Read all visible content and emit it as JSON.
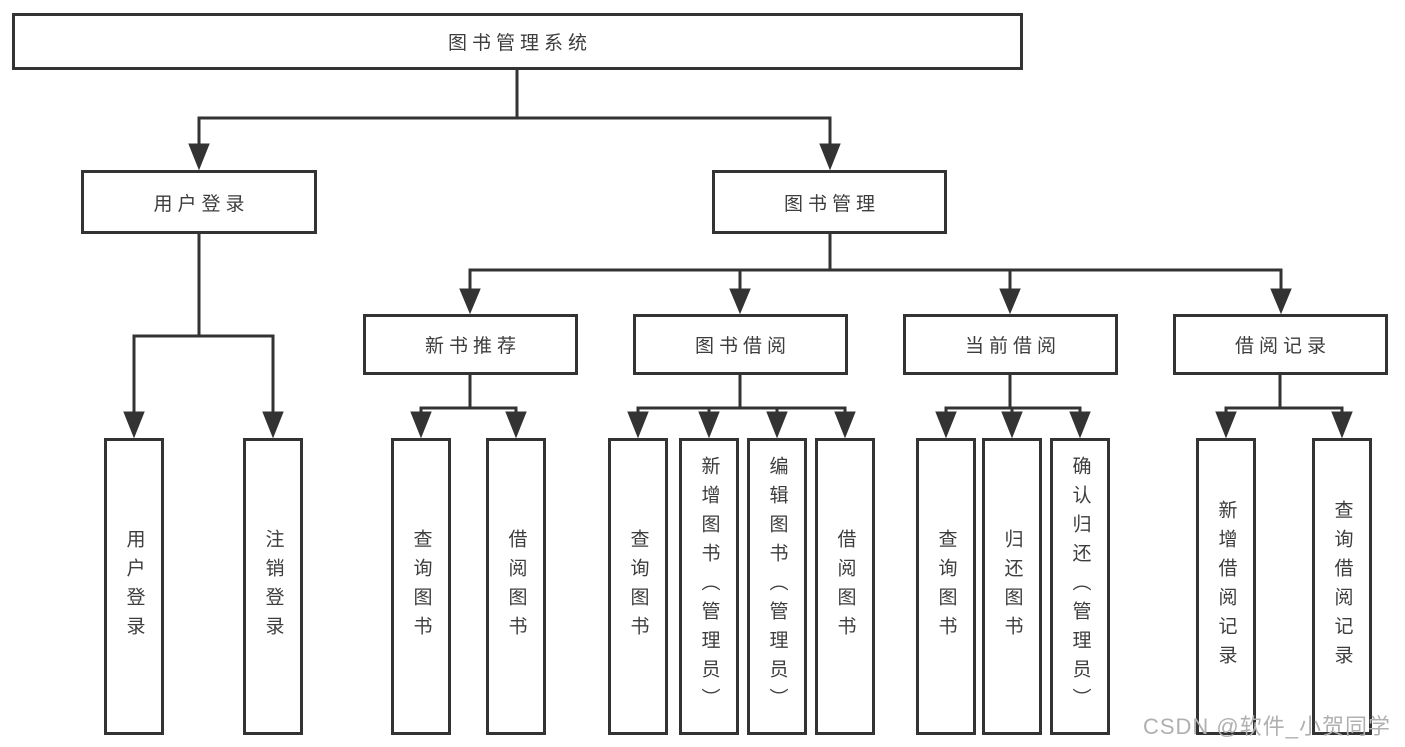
{
  "colors": {
    "line": "#333333",
    "text": "#3d3d3d",
    "box_fill": "#ffffff",
    "watermark": "#b0b0b0",
    "background": "#ffffff"
  },
  "tree": {
    "label": "图书管理系统",
    "children": [
      {
        "label": "用户登录",
        "children": [
          {
            "label": "用户登录"
          },
          {
            "label": "注销登录"
          }
        ]
      },
      {
        "label": "图书管理",
        "children": [
          {
            "label": "新书推荐",
            "children": [
              {
                "label": "查询图书"
              },
              {
                "label": "借阅图书"
              }
            ]
          },
          {
            "label": "图书借阅",
            "children": [
              {
                "label": "查询图书"
              },
              {
                "label": "新增图书（管理员）"
              },
              {
                "label": "编辑图书（管理员）"
              },
              {
                "label": "借阅图书"
              }
            ]
          },
          {
            "label": "当前借阅",
            "children": [
              {
                "label": "查询图书"
              },
              {
                "label": "归还图书"
              },
              {
                "label": "确认归还（管理员）"
              }
            ]
          },
          {
            "label": "借阅记录",
            "children": [
              {
                "label": "新增借阅记录"
              },
              {
                "label": "查询借阅记录"
              }
            ]
          }
        ]
      }
    ]
  },
  "watermark": {
    "text": "CSDN @软件_小贺同学"
  }
}
